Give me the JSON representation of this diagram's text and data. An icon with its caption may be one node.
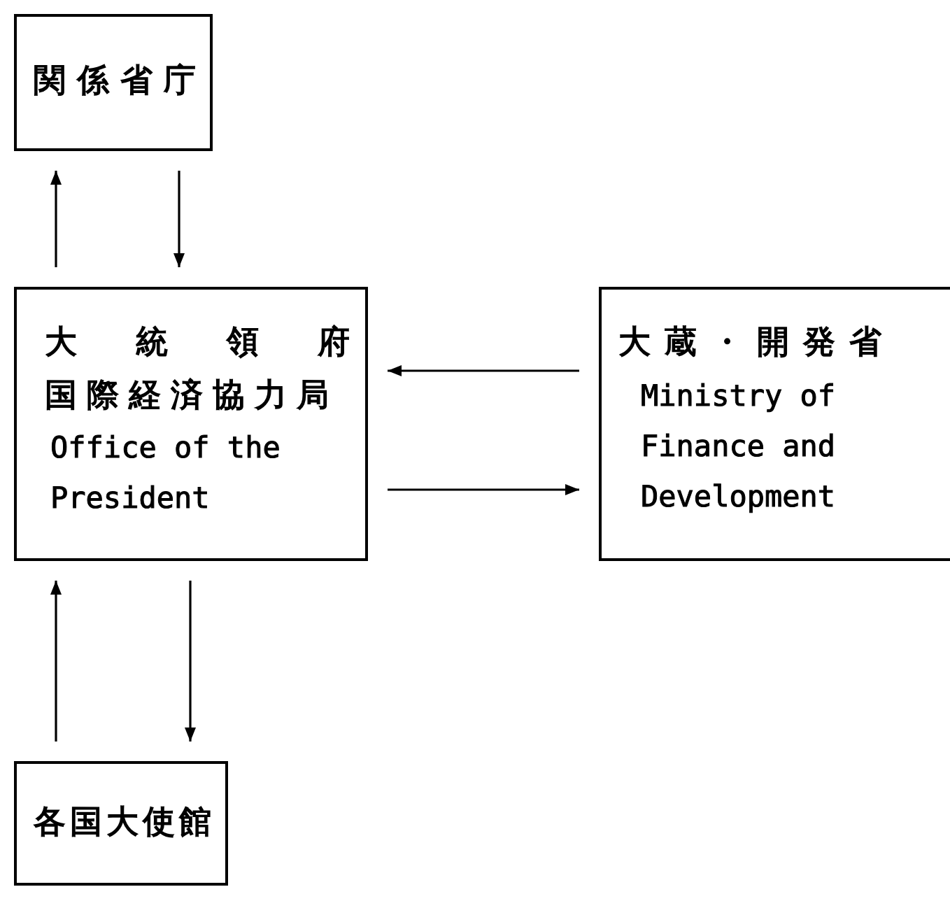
{
  "diagram": {
    "nodes": [
      {
        "text": [
          "関係省庁"
        ]
      },
      {
        "text": [
          "大統領府",
          "国際経済協力局",
          "Office of the President"
        ]
      },
      {
        "text": [
          "大蔵・開発省",
          "Ministry of Finance and Development"
        ]
      },
      {
        "text": [
          "各国大使館"
        ]
      }
    ],
    "edges": [
      {
        "from": 1,
        "to": 0,
        "arrow": "to"
      },
      {
        "from": 0,
        "to": 1,
        "arrow": "to"
      },
      {
        "from": 2,
        "to": 1,
        "arrow": "to"
      },
      {
        "from": 1,
        "to": 2,
        "arrow": "to"
      },
      {
        "from": 3,
        "to": 1,
        "arrow": "to"
      },
      {
        "from": 1,
        "to": 3,
        "arrow": "to"
      }
    ]
  }
}
